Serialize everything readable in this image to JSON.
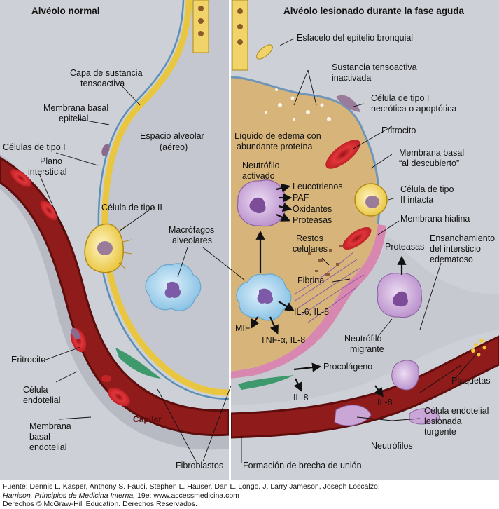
{
  "panels": {
    "left_title": "Alvéolo normal",
    "right_title": "Alvéolo lesionado durante la fase aguda"
  },
  "labels": {
    "capa_sustancia_1": "Capa de sustancia",
    "capa_sustancia_2": "tensoactiva",
    "membrana_basal_epi_1": "Membrana basal",
    "membrana_basal_epi_2": "epitelial",
    "celulas_tipo_i": "Células de tipo I",
    "plano_1": "Plano",
    "plano_2": "intersticial",
    "espacio_1": "Espacio alveolar",
    "espacio_2": "(aéreo)",
    "celula_tipo_ii": "Célula de tipo II",
    "macrofagos_1": "Macrófagos",
    "macrofagos_2": "alveolares",
    "eritrocito_left": "Eritrocito",
    "celula_endo_1": "Célula",
    "celula_endo_2": "endotelial",
    "membrana_basal_endo_1": "Membrana",
    "membrana_basal_endo_2": "basal",
    "membrana_basal_endo_3": "endotelial",
    "capilar": "Capilar",
    "fibroblastos": "Fibroblastos",
    "esfacelo": "Esfacelo del epitelio bronquial",
    "sustancia_inact_1": "Sustancia tensoactiva",
    "sustancia_inact_2": "inactivada",
    "celula_tipo_i_necro_1": "Célula de tipo I",
    "celula_tipo_i_necro_2": "necrótica o apoptótica",
    "liquido_1": "Líquido de edema con",
    "liquido_2": "abundante proteína",
    "eritrocito_right": "Eritrocito",
    "membrana_desc_1": "Membrana basal",
    "membrana_desc_2": "“al descubierto”",
    "neutrofilo_act_1": "Neutrófilo",
    "neutrofilo_act_2": "activado",
    "leucotrienos": "Leucotrienos",
    "paf": "PAF",
    "oxidantes": "Oxidantes",
    "proteasas_1": "Proteasas",
    "celula_tipo_ii_intacta_1": "Célula de tipo",
    "celula_tipo_ii_intacta_2": "II intacta",
    "membrana_hialina": "Membrana hialina",
    "restos_1": "Restos",
    "restos_2": "celulares",
    "fibrina": "Fibrina",
    "proteasas_2": "Proteasas",
    "ensanchamiento_1": "Ensanchamiento",
    "ensanchamiento_2": "del intersticio",
    "ensanchamiento_3": "edematoso",
    "il6_il8": "IL-6, IL-8",
    "mif": "MIF",
    "tnf": "TNF-α, IL-8",
    "neutrofilo_mig_1": "Neutrófilo",
    "neutrofilo_mig_2": "migrante",
    "procolageno": "Procolágeno",
    "il8_a": "IL-8",
    "il8_b": "IL-8",
    "plaquetas": "Plaquetas",
    "celula_lesionada_1": "Célula endotelial",
    "celula_lesionada_2": "lesionada",
    "celula_lesionada_3": "turgente",
    "neutrofilos": "Neutrófilos",
    "formacion_brecha": "Formación de brecha de unión"
  },
  "source": {
    "line1": "Fuente: Dennis L. Kasper, Anthony S. Fauci, Stephen L. Hauser, Dan L. Longo, J. Larry Jameson, Joseph Loscalzo:",
    "line2_italic": "Harrison. Principios de Medicina Interna,",
    "line2_rest": " 19e: www.accessmedicina.com",
    "line3": "Derechos © McGraw-Hill Education. Derechos Reservados."
  },
  "colors": {
    "background_gray": "#c8cbd2",
    "alveolar_space": "#c7cad1",
    "vessel_red": "#9c1f1f",
    "vessel_dark": "#6e1010",
    "erythrocyte": "#c8262a",
    "membrane_yellow": "#f2d34a",
    "edema_fluid": "#d9b77a",
    "macrophage_blue": "#9fd0ee",
    "neutrophil_purple": "#c9a6d6",
    "hyaline_pink": "#d98fb4"
  }
}
